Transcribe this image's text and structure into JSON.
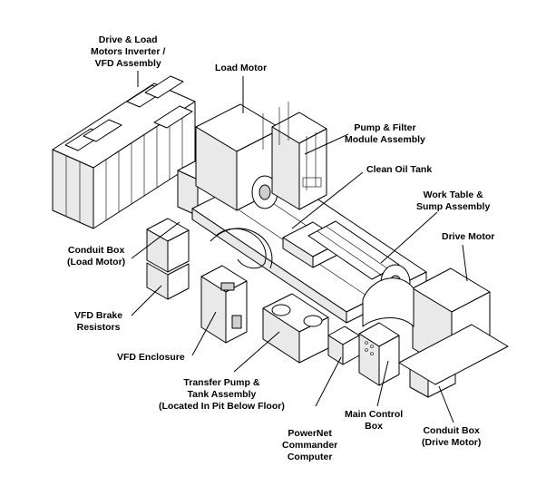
{
  "labels": {
    "drive_load_inverter": [
      "Drive & Load",
      "Motors Inverter /",
      "VFD Assembly"
    ],
    "load_motor": [
      "Load Motor"
    ],
    "pump_filter": [
      "Pump & Filter",
      "Module Assembly"
    ],
    "clean_oil_tank": [
      "Clean Oil Tank"
    ],
    "work_table": [
      "Work Table &",
      "Sump Assembly"
    ],
    "drive_motor": [
      "Drive Motor"
    ],
    "conduit_box_load": [
      "Conduit Box",
      "(Load Motor)"
    ],
    "vfd_brake": [
      "VFD Brake",
      "Resistors"
    ],
    "vfd_enclosure": [
      "VFD Enclosure"
    ],
    "transfer_pump": [
      "Transfer Pump &",
      "Tank Assembly",
      "(Located In Pit Below Floor)"
    ],
    "powernet": [
      "PowerNet",
      "Commander",
      "Computer"
    ],
    "main_control": [
      "Main Control",
      "Box"
    ],
    "conduit_box_drive": [
      "Conduit Box",
      "(Drive Motor)"
    ]
  }
}
